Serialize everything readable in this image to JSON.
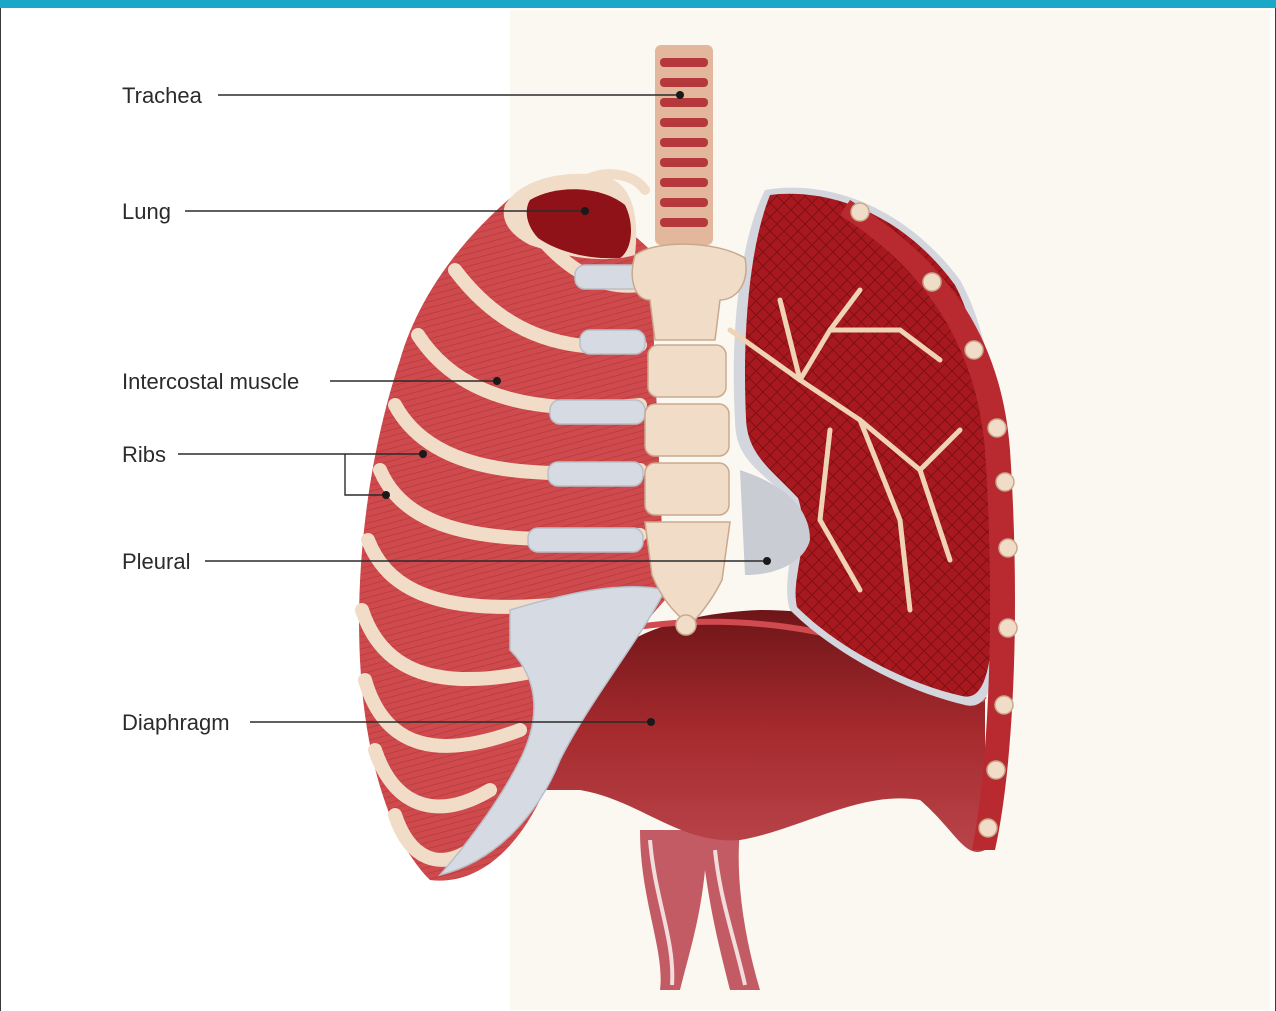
{
  "theme": {
    "accent": "#1ba7c8",
    "muscle": "#c73b3e",
    "lung": "#a8191f",
    "bone": "#f1dcc8",
    "cartilage": "#d6dbe3",
    "diaphragm": "#8e1e22"
  },
  "labels": {
    "trachea": "Trachea",
    "lung": "Lung",
    "intercostal": "Intercostal muscle",
    "ribs": "Ribs",
    "pleural": "Pleural",
    "diaphragm": "Diaphragm"
  }
}
